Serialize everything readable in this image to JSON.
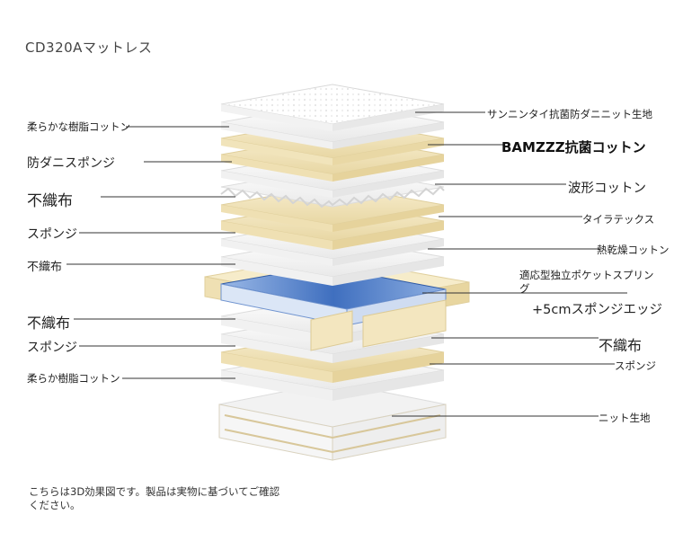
{
  "title": "CD320Aマットレス",
  "left_labels": [
    {
      "text": "柔らかな樹脂コットン"
    },
    {
      "text": "防ダニスポンジ"
    },
    {
      "text": "不織布"
    },
    {
      "text": "スポンジ"
    },
    {
      "text": "不織布"
    },
    {
      "text": "不織布"
    },
    {
      "text": "スポンジ"
    },
    {
      "text": "柔らか樹脂コットン"
    }
  ],
  "right_labels": [
    {
      "text": "サンニンタイ抗菌防ダニニット生地"
    },
    {
      "text": "BAMZZZ抗菌コットン"
    },
    {
      "text": "波形コットン"
    },
    {
      "text": "タイラテックス"
    },
    {
      "text": "熱乾燥コットン"
    },
    {
      "text": "適応型独立ポケットスプリング"
    },
    {
      "text": "+5cmスポンジエッジ"
    },
    {
      "text": "不織布"
    },
    {
      "text": "スポンジ"
    },
    {
      "text": "ニット生地"
    }
  ],
  "footnote": "こちらは3D効果図です。製品は実物に基づいてご確認ください。",
  "colors": {
    "cream": "#f3e6bf",
    "white_layer": "#f7f7f7",
    "spring_blue": "#4f7fc7",
    "edge": "#efe2b6"
  }
}
